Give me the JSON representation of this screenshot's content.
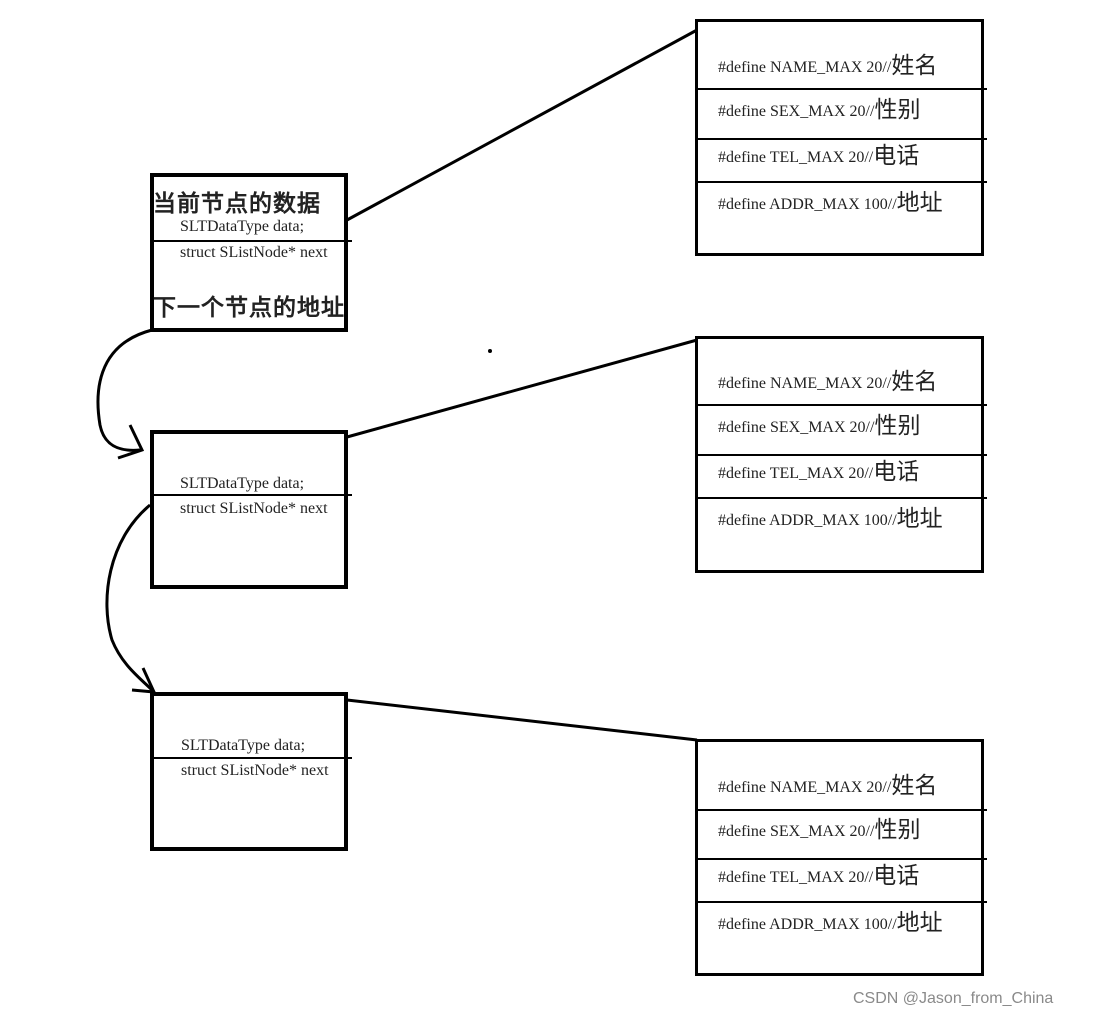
{
  "nodes": [
    {
      "data_label": "当前节点的数据",
      "data_field": "SLTDataType data;",
      "next_field": "struct SListNode* next",
      "next_label": "下一个节点的地址"
    },
    {
      "data_label": "",
      "data_field": "SLTDataType data;",
      "next_field": "struct SListNode* next",
      "next_label": ""
    },
    {
      "data_label": "",
      "data_field": "SLTDataType data;",
      "next_field": "struct SListNode* next",
      "next_label": ""
    }
  ],
  "record_fields": [
    {
      "code": "#define NAME_MAX 20//",
      "label": "姓名"
    },
    {
      "code": "#define SEX_MAX 20//",
      "label": "性别"
    },
    {
      "code": "#define TEL_MAX 20//",
      "label": "电话"
    },
    {
      "code": "#define ADDR_MAX 100//",
      "label": "地址"
    }
  ],
  "watermark": "CSDN @Jason_from_China"
}
